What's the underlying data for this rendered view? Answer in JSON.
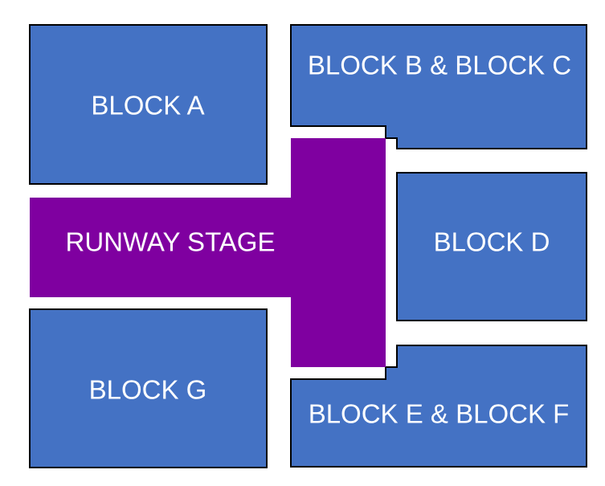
{
  "colors": {
    "block_fill": "#4472C4",
    "block_stroke": "#000000",
    "stage_fill": "#7F00A0",
    "label_text": "#FFFFFF",
    "background": "#FFFFFF"
  },
  "stage": {
    "label": "RUNWAY STAGE"
  },
  "blocks": [
    {
      "id": "block-a",
      "label": "BLOCK A"
    },
    {
      "id": "block-bc",
      "label": "BLOCK B & BLOCK C"
    },
    {
      "id": "block-d",
      "label": "BLOCK D"
    },
    {
      "id": "block-ef",
      "label": "BLOCK E & BLOCK F"
    },
    {
      "id": "block-g",
      "label": "BLOCK G"
    }
  ]
}
